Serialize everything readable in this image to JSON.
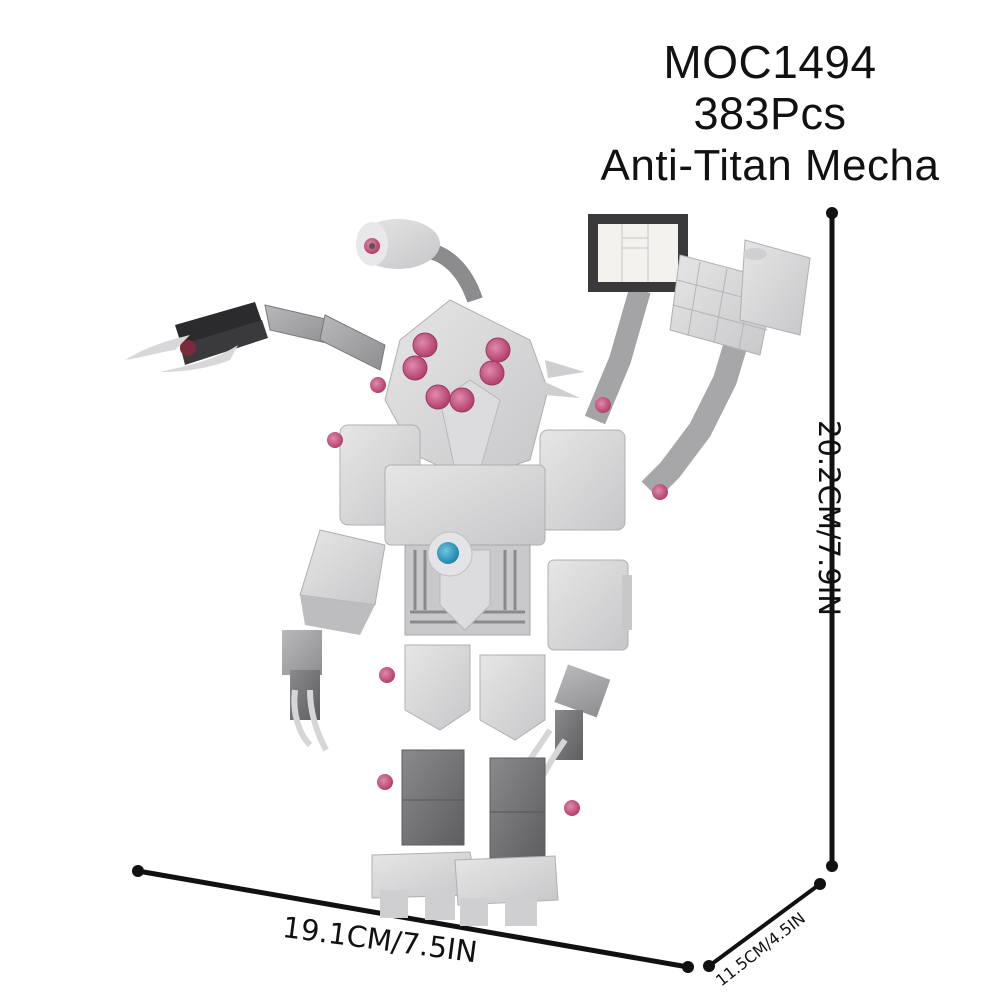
{
  "product": {
    "model_code": "MOC1494",
    "piece_count": "383Pcs",
    "name": "Anti-Titan Mecha"
  },
  "dimensions": {
    "width": "19.1CM/7.5IN",
    "height": "20.2CM/7.9IN",
    "depth": "11.5CM/4.5IN"
  },
  "colors": {
    "background": "#ffffff",
    "text": "#111111",
    "brick_light": "#d9d9da",
    "brick_mid": "#a9a9ab",
    "brick_dark": "#6f6f72",
    "brick_black": "#2b2b2d",
    "accent_pink": "#c4507e",
    "accent_blue": "#2fa3c7",
    "screen_white": "#f4f2ef"
  }
}
